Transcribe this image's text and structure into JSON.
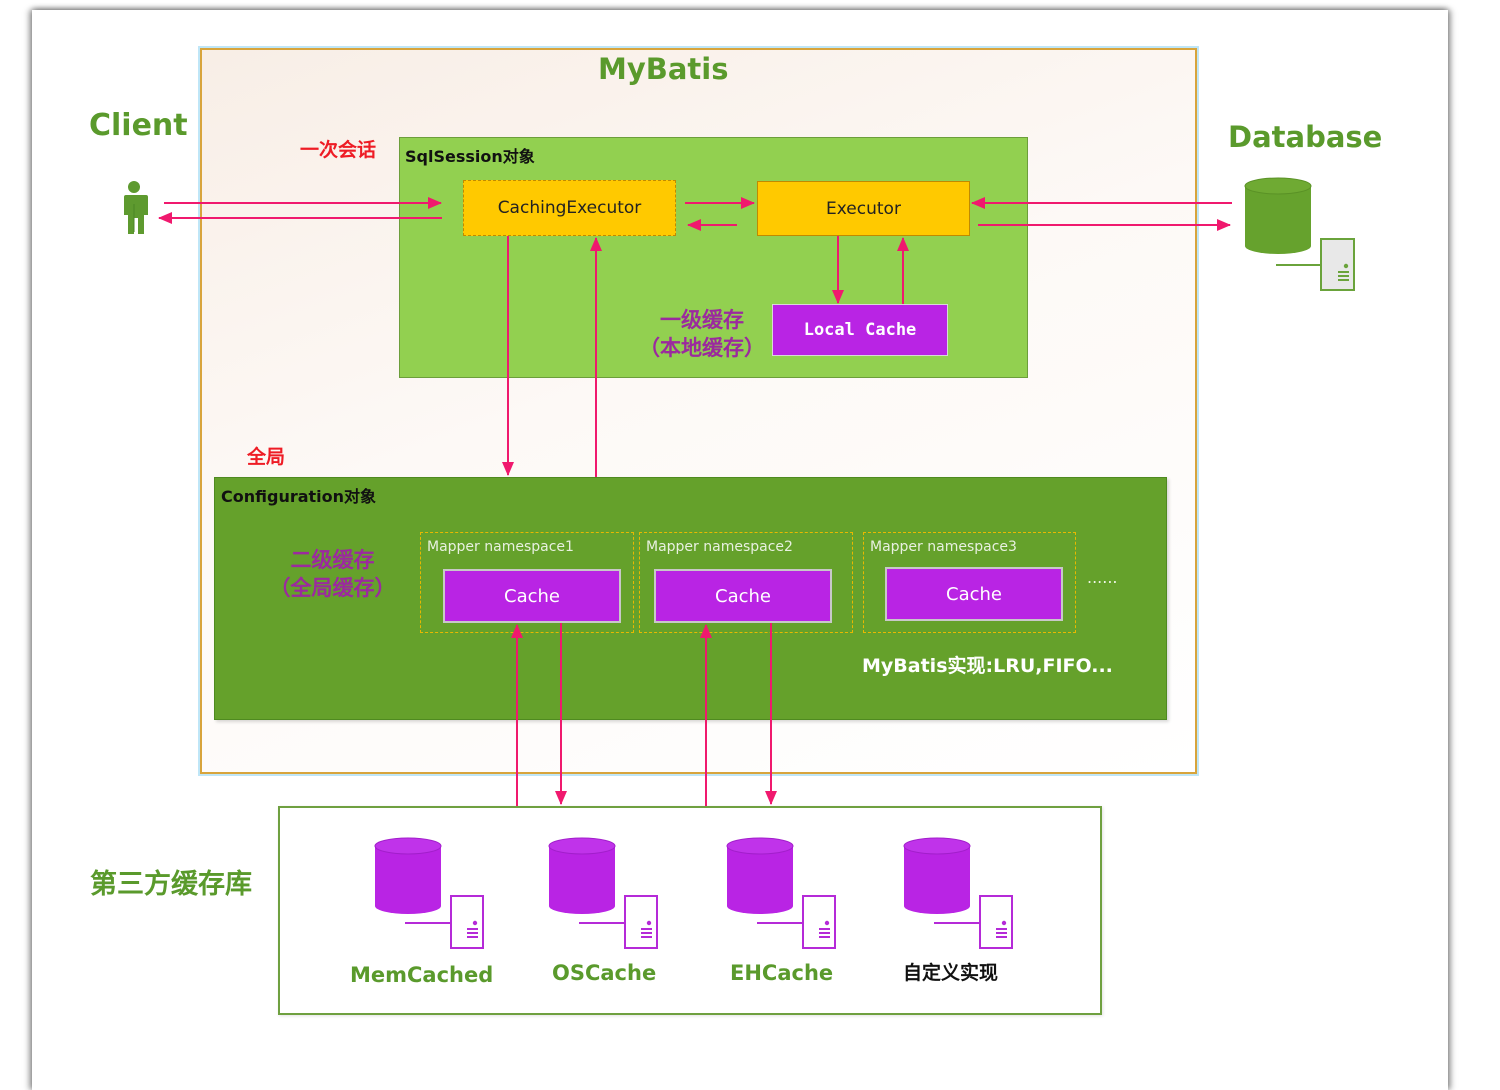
{
  "title": "MyBatis",
  "client": {
    "label": "Client",
    "icon": "person-icon"
  },
  "database": {
    "label": "Database",
    "icon": "database-server-icon"
  },
  "session_scope_label": "一次会话",
  "global_scope_label": "全局",
  "sqlsession": {
    "label": "SqlSession对象",
    "caching_executor": "CachingExecutor",
    "executor": "Executor",
    "local_cache": "Local Cache",
    "first_level_cache_line1": "一级缓存",
    "first_level_cache_line2": "（本地缓存）"
  },
  "configuration": {
    "label": "Configuration对象",
    "second_level_cache_line1": "二级缓存",
    "second_level_cache_line2": "（全局缓存）",
    "namespaces": [
      {
        "label": "Mapper namespace1",
        "cache": "Cache"
      },
      {
        "label": "Mapper namespace2",
        "cache": "Cache"
      },
      {
        "label": "Mapper namespace3",
        "cache": "Cache"
      }
    ],
    "ellipsis": "......",
    "impl_note": "MyBatis实现:LRU,FIFO..."
  },
  "third_party": {
    "label": "第三方缓存库",
    "libraries": [
      {
        "name": "MemCached",
        "icon": "database-server-icon"
      },
      {
        "name": "OSCache",
        "icon": "database-server-icon"
      },
      {
        "name": "EHCache",
        "icon": "database-server-icon"
      },
      {
        "name": "自定义实现",
        "icon": "database-server-icon"
      }
    ]
  },
  "colors": {
    "arrow": "#f0196e",
    "brand_green": "#5a9a2c",
    "sqlsession_bg": "#92d050",
    "configuration_bg": "#65a12b",
    "executor_bg": "#ffc900",
    "cache_bg": "#b924e4"
  }
}
